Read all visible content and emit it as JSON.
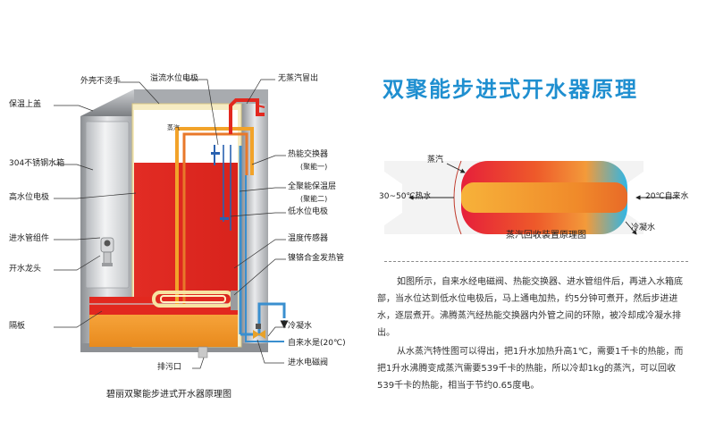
{
  "title": "双聚能步进式开水器原理",
  "left_caption": "碧丽双聚能步进式开水器原理图",
  "labels": {
    "outer_shell": "外壳不烫手",
    "overflow_electrode": "溢流水位电极",
    "no_steam_outlet": "无蒸汽冒出",
    "insulated_cover": "保温上盖",
    "steam_small": "蒸汽",
    "ss_tank": "304不锈钢水箱",
    "heat_exchanger": "热能交换器",
    "heat_exchanger_sub": "(聚能一)",
    "high_level_electrode": "高水位电极",
    "full_insulation": "全聚能保温层",
    "full_insulation_sub": "(聚能二)",
    "low_level_electrode": "低水位电极",
    "inlet_pipe_assembly": "进水管组件",
    "temp_sensor": "温度传感器",
    "heater_tube": "镍铬合金发热管",
    "faucet": "开水龙头",
    "partition": "隔板",
    "condensate": "冷凝水",
    "tap_water_temp": "自来水是(20℃)",
    "drain": "排污口",
    "inlet_valve": "进水电磁阀"
  },
  "recovery": {
    "steam": "蒸汽",
    "hot_water_out": "30~50℃热水",
    "cold_water_in": "20℃自来水",
    "condensate": "冷凝水",
    "caption": "蒸汽回收装置原理图"
  },
  "paragraphs": [
    "如图所示，自来水经电磁阀、热能交换器、进水管组件后，再进入水箱底部，当水位达到低水位电极后，马上通电加热，约5分钟可煮开，然后步进进水，逐层煮开。沸腾蒸汽经热能交换器内外管之间的环隙，被冷却成冷凝水排出。",
    "从水蒸汽特性图可以得出，把1升水加热升高1℃，需要1千卡的热能，而把1升水沸腾变成蒸汽需要539千卡的热能，所以冷却1kg的蒸汽，可以回收539千卡的热能，相当于节约0.65度电。"
  ],
  "colors": {
    "title": "#1f8fd0",
    "hot_water": "#e8312a",
    "warm_water": "#f0922a",
    "pipe_blue": "#3a8fcf",
    "insulation": "#f6ecc3"
  }
}
